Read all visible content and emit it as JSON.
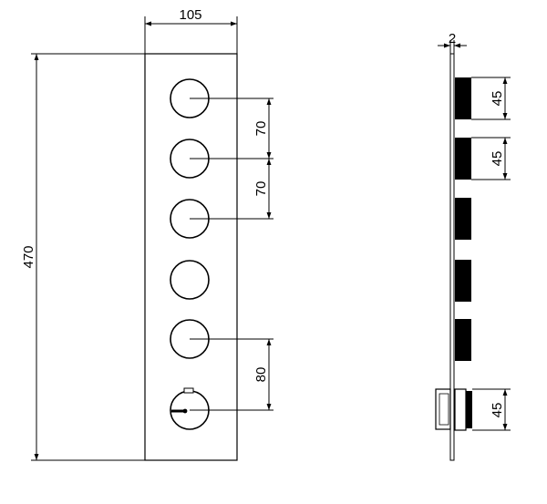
{
  "front_view": {
    "width_label": "105",
    "height_label": "470",
    "spacing_1_label": "70",
    "spacing_2_label": "70",
    "spacing_3_label": "80"
  },
  "side_view": {
    "thickness_label": "2",
    "knob_1_label": "45",
    "knob_2_label": "45",
    "knob_6_label": "45"
  }
}
